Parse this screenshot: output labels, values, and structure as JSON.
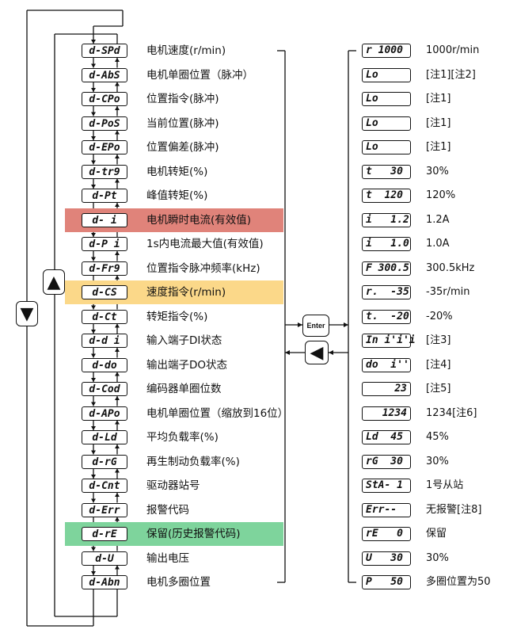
{
  "rows": [
    {
      "code": "d-SPd",
      "label": "电机速度(r/min)",
      "display": "r 1000",
      "value": "1000r/min"
    },
    {
      "code": "d-AbS",
      "label": "电机单圈位置（脉冲）",
      "display": "Lo",
      "value": "[注1][注2]"
    },
    {
      "code": "d-CPo",
      "label": "位置指令(脉冲)",
      "display": "Lo",
      "value": "[注1]"
    },
    {
      "code": "d-PoS",
      "label": "当前位置(脉冲)",
      "display": "Lo",
      "value": "[注1]"
    },
    {
      "code": "d-EPo",
      "label": "位置偏差(脉冲)",
      "display": "Lo",
      "value": "[注1]"
    },
    {
      "code": "d-tr9",
      "label": "电机转矩(%)",
      "display": "t   30",
      "value": "30%"
    },
    {
      "code": "d-Pt",
      "label": "峰值转矩(%)",
      "display": "t  120",
      "value": "120%"
    },
    {
      "code": "d- i",
      "label": "电机瞬时电流(有效值)",
      "display": "i   1.2",
      "value": "1.2A"
    },
    {
      "code": "d-P i",
      "label": "1s内电流最大值(有效值)",
      "display": "i   1.0",
      "value": "1.0A"
    },
    {
      "code": "d-Fr9",
      "label": "位置指令脉冲频率(kHz)",
      "display": "F 300.5",
      "value": "300.5kHz"
    },
    {
      "code": "d-CS",
      "label": "速度指令(r/min)",
      "display": "r.  -35",
      "value": "-35r/min"
    },
    {
      "code": "d-Ct",
      "label": "转矩指令(%)",
      "display": "t.  -20",
      "value": "-20%"
    },
    {
      "code": "d-d i",
      "label": "输入端子DI状态",
      "display": "In i'i'i",
      "value": "[注3]"
    },
    {
      "code": "d-do",
      "label": "输出端子DO状态",
      "display": "do  i''",
      "value": "[注4]"
    },
    {
      "code": "d-Cod",
      "label": "编码器单圈位数",
      "display": "23",
      "value": "[注5]"
    },
    {
      "code": "d-APo",
      "label": "电机单圈位置（缩放到16位）",
      "display": "1234",
      "value": "1234[注6]"
    },
    {
      "code": "d-Ld",
      "label": "平均负载率(%)",
      "display": "Ld  45",
      "value": "45%"
    },
    {
      "code": "d-rG",
      "label": "再生制动负载率(%)",
      "display": "rG  30",
      "value": "30%"
    },
    {
      "code": "d-Cnt",
      "label": "驱动器站号",
      "display": "StA- 1",
      "value": "1号从站"
    },
    {
      "code": "d-Err",
      "label": "报警代码",
      "display": "Err--",
      "value": "无报警[注8]"
    },
    {
      "code": "d-rE",
      "label": "保留(历史报警代码)",
      "display": "rE   0",
      "value": "保留"
    },
    {
      "code": "d-U",
      "label": "输出电压",
      "display": "U   30",
      "value": "30%"
    },
    {
      "code": "d-Abn",
      "label": "电机多圈位置",
      "display": "P   50",
      "value": "多圈位置为50"
    }
  ],
  "highlights": [
    {
      "row": 7,
      "color": "#e0837a"
    },
    {
      "row": 10,
      "color": "#fbd889"
    },
    {
      "row": 20,
      "color": "#7ed49c"
    }
  ],
  "keys": {
    "enter_label": "Enter",
    "up": "▲",
    "down": "▼",
    "left": "◀"
  }
}
